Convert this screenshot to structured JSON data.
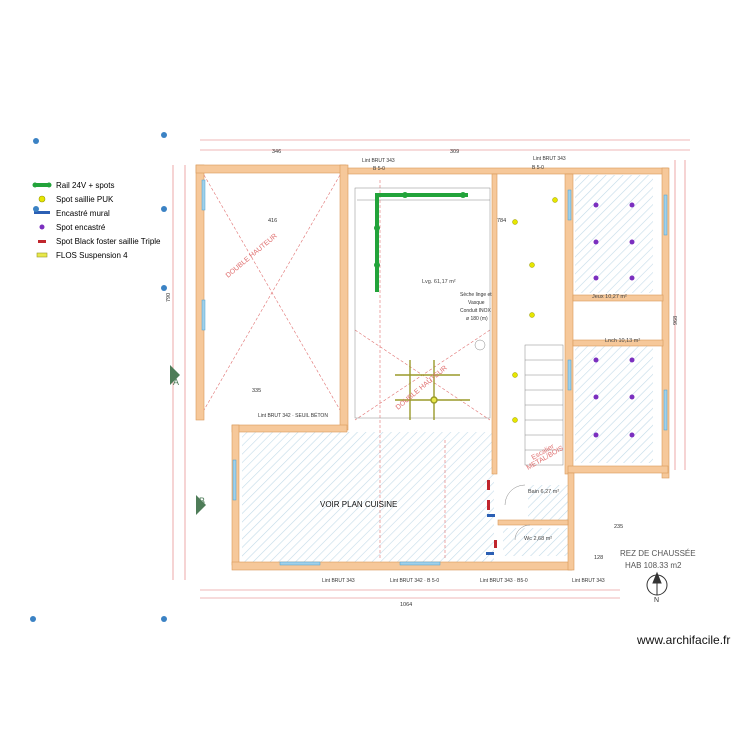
{
  "legend": {
    "items": [
      {
        "label": "Rail 24V + spots",
        "icon": "rail-icon",
        "color": "#22a33a"
      },
      {
        "label": "Spot saillie PUK",
        "icon": "spot-puk-icon",
        "color": "#e6e600"
      },
      {
        "label": "Encastré mural",
        "icon": "wall-recessed-icon",
        "color": "#2b5fb4"
      },
      {
        "label": "Spot encastré",
        "icon": "recessed-spot-icon",
        "color": "#7b2fbf"
      },
      {
        "label": "Spot Black foster saillie Triple",
        "icon": "black-foster-icon",
        "color": "#c0262d"
      },
      {
        "label": "FLOS Suspension 4",
        "icon": "flos-suspension-icon",
        "color": "#e8e84a"
      }
    ]
  },
  "plan": {
    "room_kitchen": "VOIR PLAN CUISINE",
    "floor_title": "REZ DE CHAUSSÉE",
    "floor_area": "HAB 108.33 m2",
    "area_label": "Lvg. 61,17 m²",
    "area_label_2": "Jeux 10,27 m²",
    "area_label_3": "Lnch 10,13 m²",
    "area_label_4": "Bain 6,27 m²",
    "area_label_5": "Wc 2,68 m²",
    "double_height": "DOUBLE HAUTEUR",
    "double_height_2": "DOUBLE HAUTEUR",
    "escalier": "Escalier",
    "escalier_sub": "METAL/BOIS",
    "note_1": "Sèche linge et",
    "note_2": "Vasque",
    "note_3": "Conduit INOX",
    "note_4": "ø 180 (m)",
    "label_a": "A",
    "label_b": "B",
    "dim_total": "1064",
    "dim_top_1": "346",
    "dim_top_2": "309",
    "dim_right": "968",
    "dim_left": "790",
    "lint_top_1": "Lint BRUT 343",
    "lint_top_2": "Lint BRUT 343",
    "lint_bottom_1": "Lint BRUT 343",
    "lint_bottom_2": "Lint BRUT 342 · B 5-0",
    "lint_bottom_3": "Lint BRUT 343 · B5-0",
    "lint_bottom_4": "Lint BRUT 343",
    "lint_mid": "Lint BRUT 342 · SEUIL BÉTON",
    "bsd_top": "B 5-0",
    "bsd_top_2": "B 5-0",
    "dim_416": "416",
    "dim_335": "335",
    "dim_784": "784",
    "dim_235": "235",
    "dim_128": "128",
    "north": "N"
  },
  "colors": {
    "wall": "#f6c89a",
    "wall_stroke": "#d99a5a",
    "dim_line": "#e07070",
    "hatch": "#bcd7e6",
    "rail": "#22a33a",
    "recessed_spot": "#7b2fbf",
    "puk": "#e6e600"
  },
  "watermark": "www.archifacile.fr"
}
